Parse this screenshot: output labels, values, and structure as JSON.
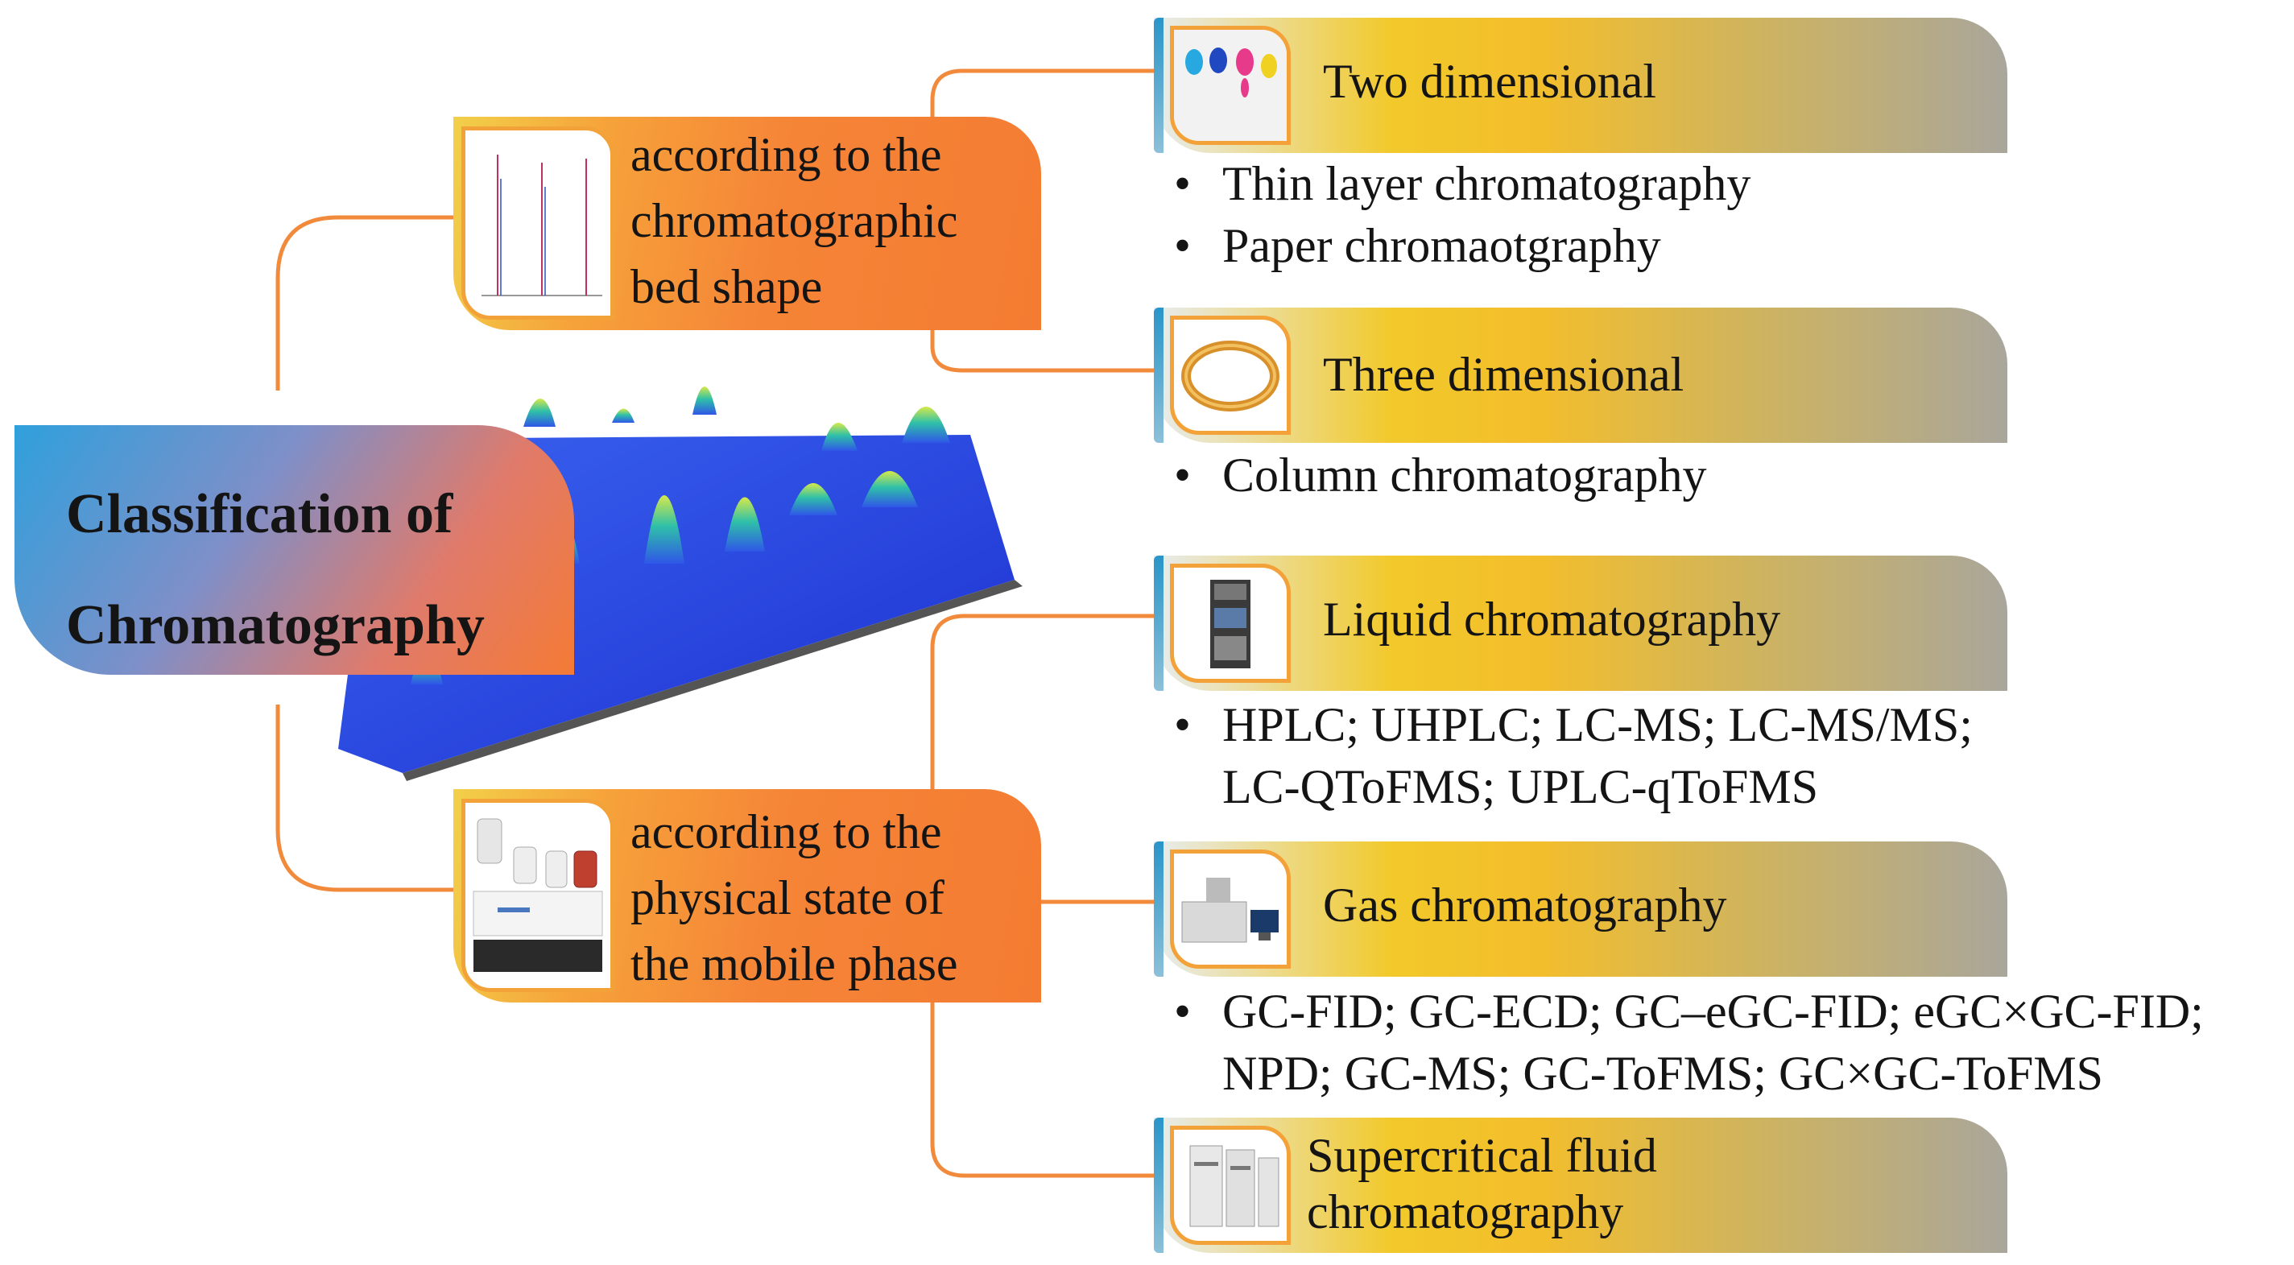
{
  "root": {
    "title": "Classification of\nChromatography"
  },
  "categories": [
    {
      "label": "according to the\nchromatographic\n bed shape",
      "icon": "chromatogram-icon",
      "subs": [
        {
          "label": "Two dimensional",
          "icon": "tlc-plate-icon",
          "items": [
            "Thin layer chromatography",
            "Paper chromaotgraphy"
          ]
        },
        {
          "label": "Three dimensional",
          "icon": "column-coil-icon",
          "items": [
            "Column chromatography"
          ]
        }
      ]
    },
    {
      "label": "according to the\nphysical state of\nthe mobile phase",
      "icon": "lab-instrument-icon",
      "subs": [
        {
          "label": "Liquid chromatography",
          "icon": "hplc-instrument-icon",
          "items": [
            "HPLC; UHPLC; LC-MS; LC-MS/MS;\nLC-QToFMS; UPLC-qToFMS"
          ]
        },
        {
          "label": "Gas chromatography",
          "icon": "gc-instrument-icon",
          "items": [
            "GC-FID; GC-ECD; GC–eGC-FID; eGC×GC-FID;\nNPD; GC-MS; GC-ToFMS; GC×GC-ToFMS"
          ]
        },
        {
          "label": "Supercritical fluid\nchromatography",
          "icon": "sfc-instrument-icon",
          "items": []
        }
      ]
    }
  ],
  "bullet": "•",
  "colors": {
    "connector": "#f28a3c",
    "surface_peak": "#2f56e8"
  }
}
